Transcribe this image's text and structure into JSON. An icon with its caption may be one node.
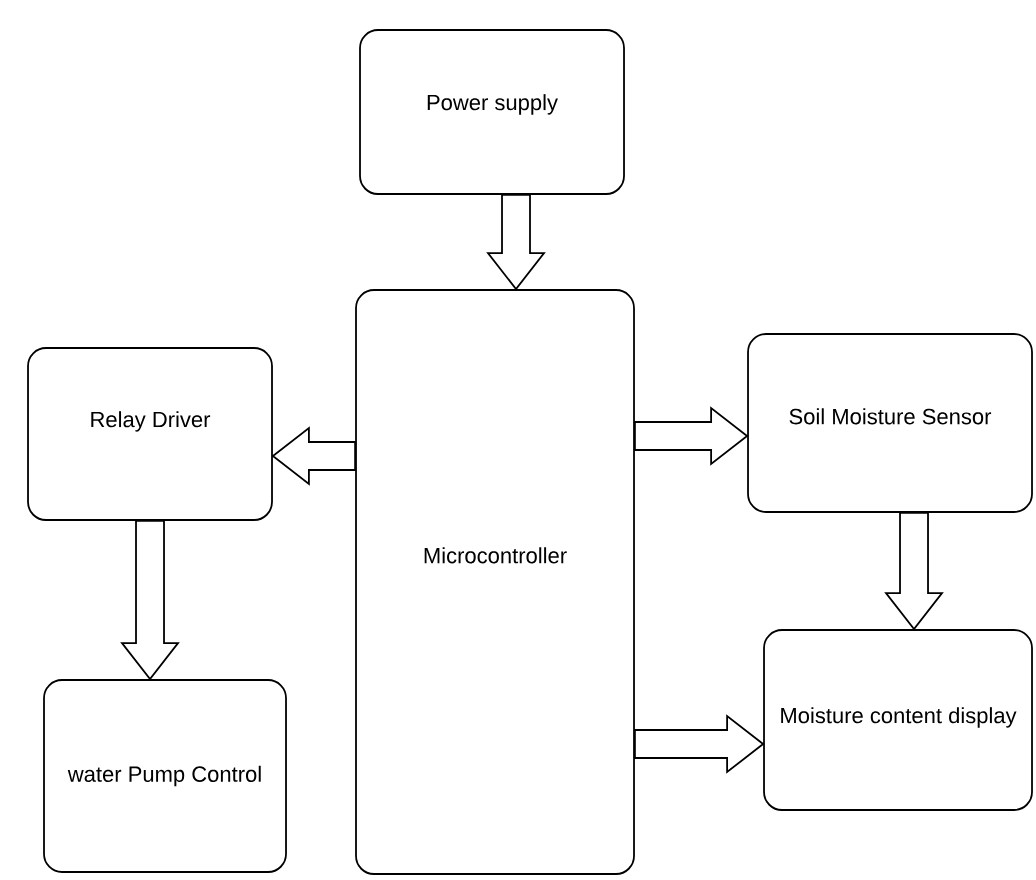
{
  "diagram": {
    "nodes": [
      {
        "text": [
          "Power supply"
        ]
      },
      {
        "text": [
          "Microcontroller"
        ]
      },
      {
        "text": [
          "Relay Driver"
        ]
      },
      {
        "text": [
          "water Pump Control"
        ]
      },
      {
        "text": [
          "Soil Moisture Sensor"
        ]
      },
      {
        "text": [
          "Moisture content display"
        ]
      }
    ],
    "edges": [
      {
        "from": 0,
        "to": 1,
        "arrow": "to"
      },
      {
        "from": 1,
        "to": 2,
        "arrow": "to"
      },
      {
        "from": 2,
        "to": 3,
        "arrow": "to"
      },
      {
        "from": 1,
        "to": 4,
        "arrow": "to"
      },
      {
        "from": 4,
        "to": 5,
        "arrow": "to"
      },
      {
        "from": 1,
        "to": 5,
        "arrow": "to"
      }
    ]
  }
}
